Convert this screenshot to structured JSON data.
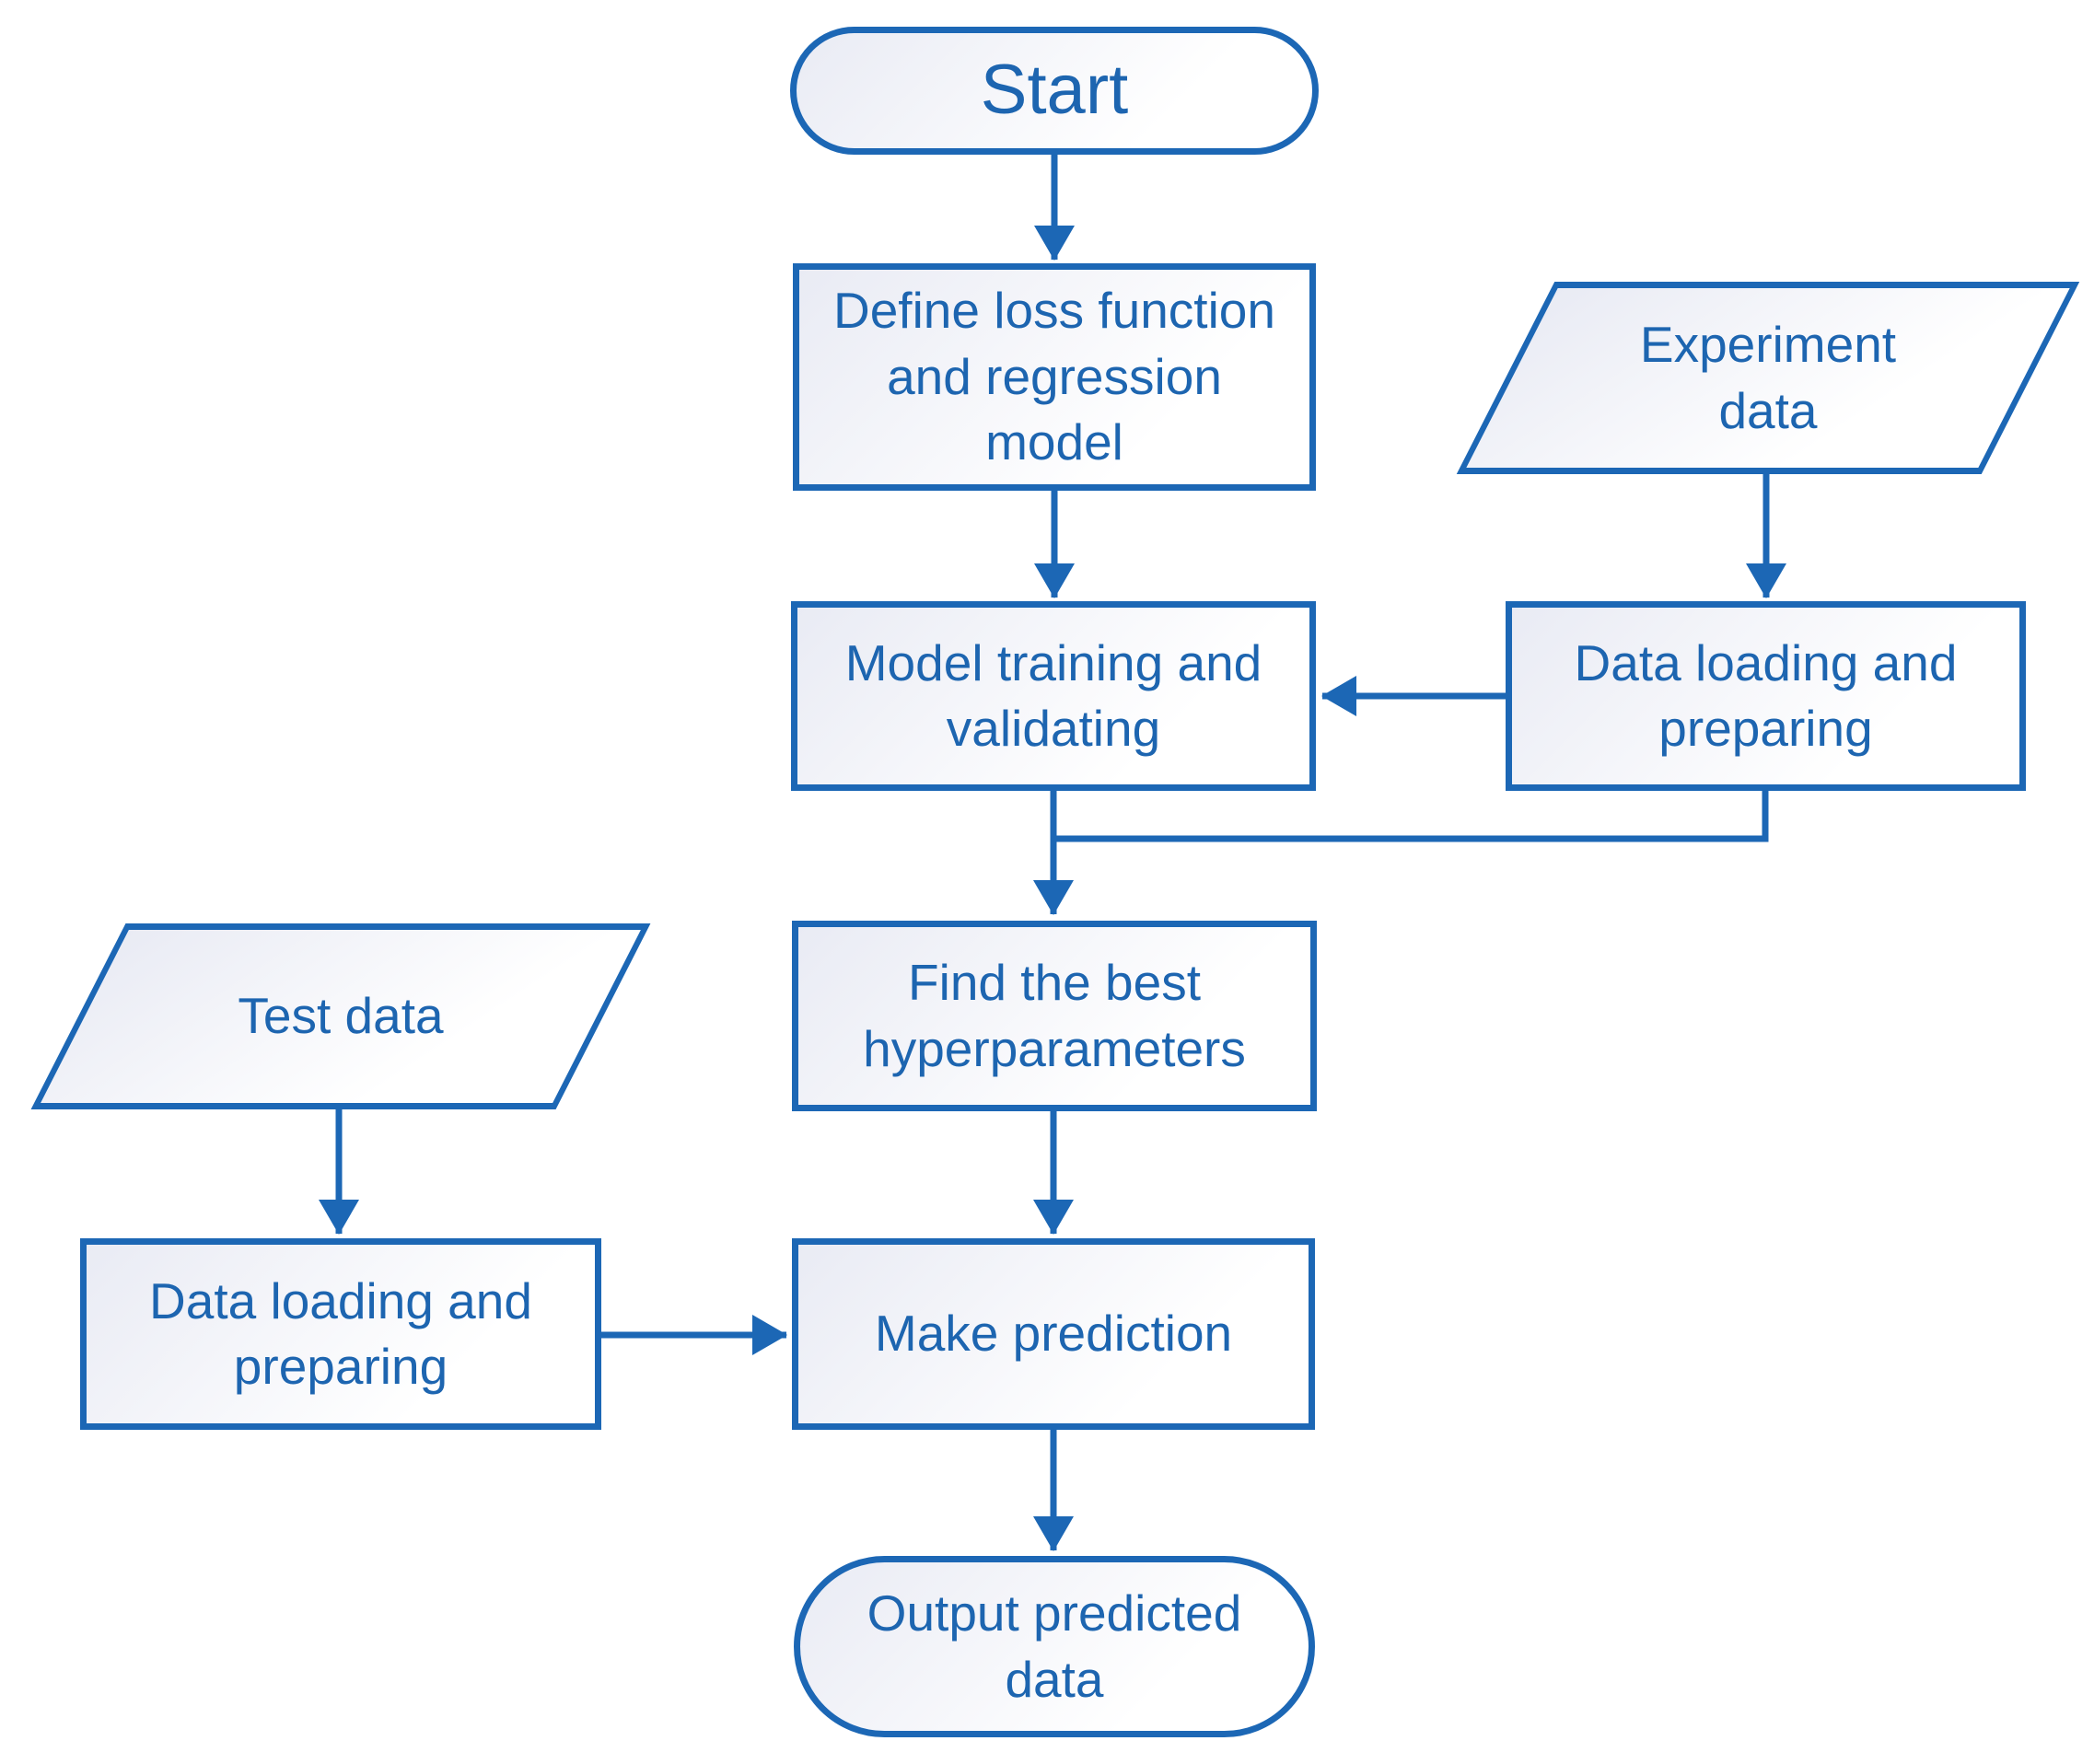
{
  "diagram_type": "flowchart",
  "colors": {
    "stroke": "#1c67b5",
    "text": "#1d65b0",
    "shape_fill_gradient_start": "#e9ebf4",
    "shape_fill_gradient_end": "#ffffff",
    "background": "#ffffff"
  },
  "nodes": {
    "start": {
      "label": "Start",
      "type": "terminator"
    },
    "define": {
      "label": "Define loss function\nand regression\nmodel",
      "type": "process"
    },
    "experiment_data": {
      "label": "Experiment\ndata",
      "type": "data-parallelogram"
    },
    "model_training": {
      "label": "Model training and\nvalidating",
      "type": "process"
    },
    "data_loading_right": {
      "label": "Data loading and\npreparing",
      "type": "process"
    },
    "find_best": {
      "label": "Find the best\nhyperparameters",
      "type": "process"
    },
    "test_data": {
      "label": "Test data",
      "type": "data-parallelogram"
    },
    "data_loading_left": {
      "label": "Data loading and\npreparing",
      "type": "process"
    },
    "make_prediction": {
      "label": "Make prediction",
      "type": "process"
    },
    "output": {
      "label": "Output predicted\ndata",
      "type": "terminator"
    }
  },
  "edges": [
    {
      "from": "start",
      "to": "define"
    },
    {
      "from": "define",
      "to": "model_training"
    },
    {
      "from": "experiment_data",
      "to": "data_loading_right"
    },
    {
      "from": "data_loading_right",
      "to": "model_training"
    },
    {
      "from": "model_training",
      "to": "find_best"
    },
    {
      "from": "data_loading_right",
      "to": "find_best"
    },
    {
      "from": "find_best",
      "to": "make_prediction"
    },
    {
      "from": "test_data",
      "to": "data_loading_left"
    },
    {
      "from": "data_loading_left",
      "to": "make_prediction"
    },
    {
      "from": "make_prediction",
      "to": "output"
    }
  ]
}
